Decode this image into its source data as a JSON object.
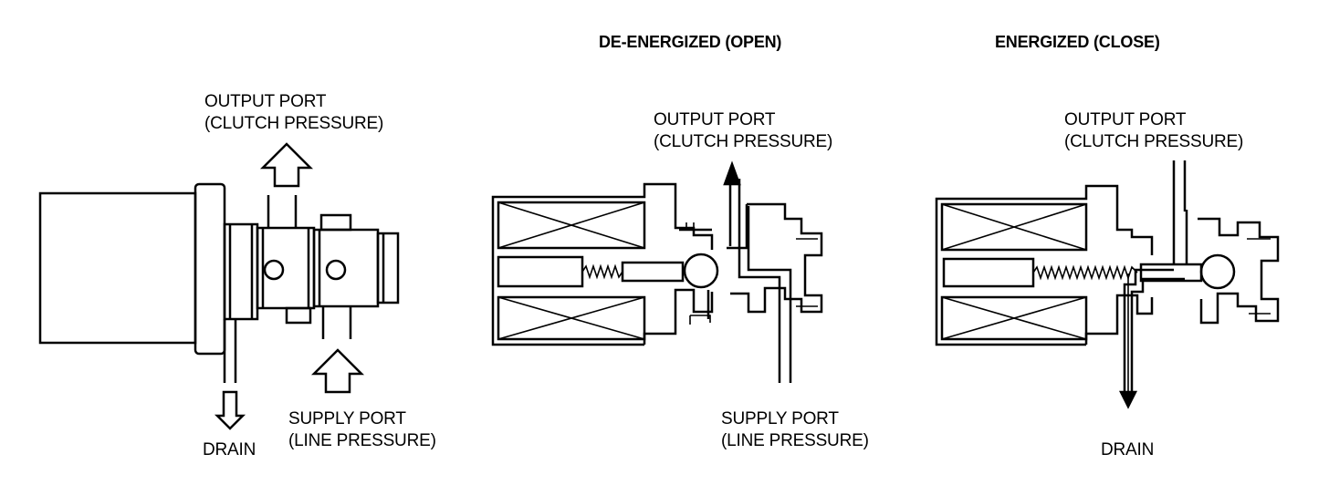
{
  "headers": {
    "de_energized": "DE-ENERGIZED (OPEN)",
    "energized": "ENERGIZED (CLOSE)"
  },
  "left_view": {
    "output_port": [
      "OUTPUT PORT",
      "(CLUTCH PRESSURE)"
    ],
    "supply_port": [
      "SUPPLY PORT",
      "(LINE PRESSURE)"
    ],
    "drain": "DRAIN"
  },
  "middle_view": {
    "output_port": [
      "OUTPUT PORT",
      "(CLUTCH PRESSURE)"
    ],
    "supply_port": [
      "SUPPLY PORT",
      "(LINE PRESSURE)"
    ]
  },
  "right_view": {
    "output_port": [
      "OUTPUT PORT",
      "(CLUTCH PRESSURE)"
    ],
    "drain": "DRAIN"
  }
}
